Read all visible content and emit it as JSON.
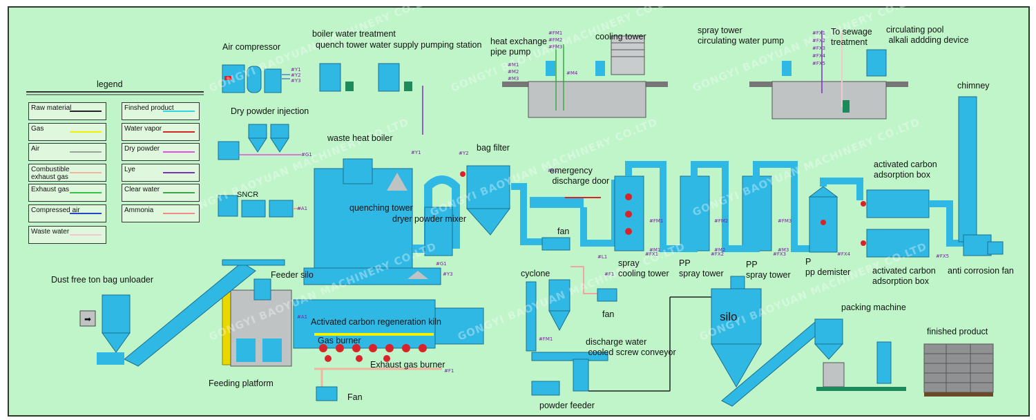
{
  "colors": {
    "background": "#bff5c9",
    "equipment": "#2fb8e4",
    "equipment_dark": "#1290bd",
    "concrete": "#bfc3c4",
    "burner_red": "#d8232a",
    "raw_material_line": "#222222",
    "gas_line": "#f3f000",
    "air_line": "#9aa0a0",
    "combustible_exhaust_line": "#f2b4a0",
    "exhaust_line": "#36c24a",
    "compressed_air_line": "#2246c8",
    "waste_water_line": "#f4c6cf",
    "finished_product_line": "#33d6e0",
    "water_vapor_line": "#d12525",
    "dry_powder_line": "#e54fe0",
    "lye_line": "#7a2fc0",
    "clear_water_line": "#3aa844",
    "ammonia_line": "#f08a8a"
  },
  "legend": {
    "title": "legend",
    "left_items": [
      {
        "label": "Raw material",
        "color": "#222222"
      },
      {
        "label": "Gas",
        "color": "#f3f000"
      },
      {
        "label": "Air",
        "color": "#9aa0a0"
      },
      {
        "label": "Combustible exhaust gas",
        "color": "#f2b4a0"
      },
      {
        "label": "Exhaust gas",
        "color": "#36c24a"
      },
      {
        "label": "Compressed air",
        "color": "#2246c8"
      },
      {
        "label": "Waste water",
        "color": "#f4c6cf"
      }
    ],
    "right_items": [
      {
        "label": "Finshed product",
        "color": "#33d6e0"
      },
      {
        "label": "Water vapor",
        "color": "#d12525"
      },
      {
        "label": "Dry powder",
        "color": "#e54fe0"
      },
      {
        "label": "Lye",
        "color": "#7a2fc0"
      },
      {
        "label": "Clear water",
        "color": "#3aa844"
      },
      {
        "label": "Ammonia",
        "color": "#f08a8a"
      }
    ]
  },
  "labels": {
    "air_compressor": "Air compressor",
    "boiler_water_treatment": "boiler water treatment",
    "quench_pump_station": "quench tower water supply pumping station",
    "heat_exchange_pump": "heat exchange\npipe pump",
    "cooling_tower": "cooling tower",
    "spray_tower_pump": "spray tower\ncirculating water pump",
    "to_sewage": "To sewage\ntreatment",
    "circulating_pool": "circulating pool\n alkali addding device",
    "chimney": "chimney",
    "dry_powder_injection": "Dry powder injection",
    "waste_heat_boiler": "waste heat boiler",
    "bag_filter": "bag filter",
    "emergency_door": "emergency\n discharge door",
    "activated_carbon_box_top": "activated carbon\nadsorption box",
    "sncr": "SNCR",
    "quenching_tower": "quenching tower",
    "dryer_powder_mixer": "dryer powder mixer",
    "fan_mid": "fan",
    "spray_cooling_tower": "spray\ncooling tower",
    "pp_spray_tower_1": "PP\nspray tower",
    "pp_spray_tower_2": "PP\nspray tower",
    "pp_demister": "P\npp demister",
    "activated_carbon_box_bottom": "activated carbon\nadsorption box",
    "anti_corrosion_fan": "anti corrosion fan",
    "dust_free_unloader": "Dust  free ton bag unloader",
    "feeder_silo": "Feeder silo",
    "cyclone": "cyclone",
    "fan_cyclone": "fan",
    "regeneration_kiln": "Activated carbon regeneration kiln",
    "gas_burner": "Gas burner",
    "exhaust_gas_burner": "Exhaust gas burner",
    "discharge_conveyor": "discharge water\n cooled screw conveyor",
    "silo": "silo",
    "packing_machine": "packing machine",
    "finished_product": "finished product",
    "feeding_platform": "Feeding platform",
    "fan_bottom": "Fan",
    "powder_feeder": "powder  feeder"
  },
  "tags": {
    "fm1": "#FM1",
    "fm2": "#FM2",
    "fm3": "#FM3",
    "fx1": "#FX1",
    "fx2": "#FX2",
    "fx3": "#FX3",
    "fx4": "#FX4",
    "fx5": "#FX5",
    "y1": "#Y1",
    "y2": "#Y2",
    "y3": "#Y3",
    "a1": "#A1",
    "g1": "#G1",
    "l1": "#L1",
    "f1": "#F1",
    "m1": "#M1",
    "m2": "#M2",
    "m3": "#M3",
    "m4": "#M4"
  },
  "watermark": "GONGYI BAOYUAN MACHINERY CO.LTD"
}
